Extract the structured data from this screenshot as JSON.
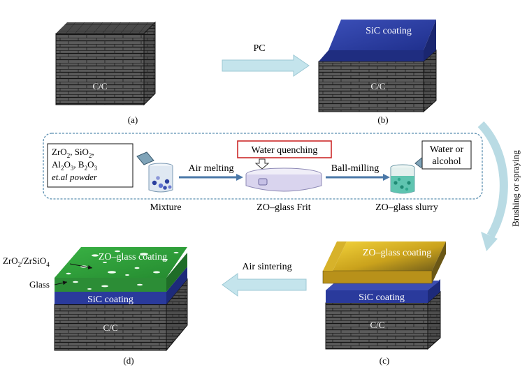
{
  "panels": {
    "a": {
      "caption": "(a)",
      "label": "C/C"
    },
    "b": {
      "caption": "(b)",
      "label": "C/C",
      "coating_label": "SiC coating"
    },
    "c": {
      "caption": "(c)",
      "label": "C/C",
      "sic_label": "SiC coating",
      "coating_label": "ZO–glass coating"
    },
    "d": {
      "caption": "(d)",
      "label": "C/C",
      "sic_label": "SiC coating",
      "coating_label": "ZO–glass coating",
      "callout_phase": "ZrO2/ZrSiO4",
      "callout_glass": "Glass"
    }
  },
  "arrows": {
    "pc": "PC",
    "air_sintering": "Air sintering",
    "brushing": "Brushing or spraying",
    "air_melting": "Air melting",
    "ball_milling": "Ball-milling"
  },
  "process": {
    "powder_lines": [
      "ZrO2, SiO2,",
      "Al2O3, B2O3",
      "et.al powder"
    ],
    "mixture": "Mixture",
    "water_quenching": "Water quenching",
    "frit": "ZO–glass Frit",
    "slurry": "ZO–glass slurry",
    "solvent_lines": [
      "Water or",
      "alcohol"
    ]
  },
  "colors": {
    "sic_blue": "#2d3f9e",
    "glass_green": "#2f9e3a",
    "glass_gold": "#c9a21a",
    "arrow_fill": "#c4e4ec",
    "dash_border": "#5b8fb0",
    "quench_border": "#cc2a2a"
  }
}
